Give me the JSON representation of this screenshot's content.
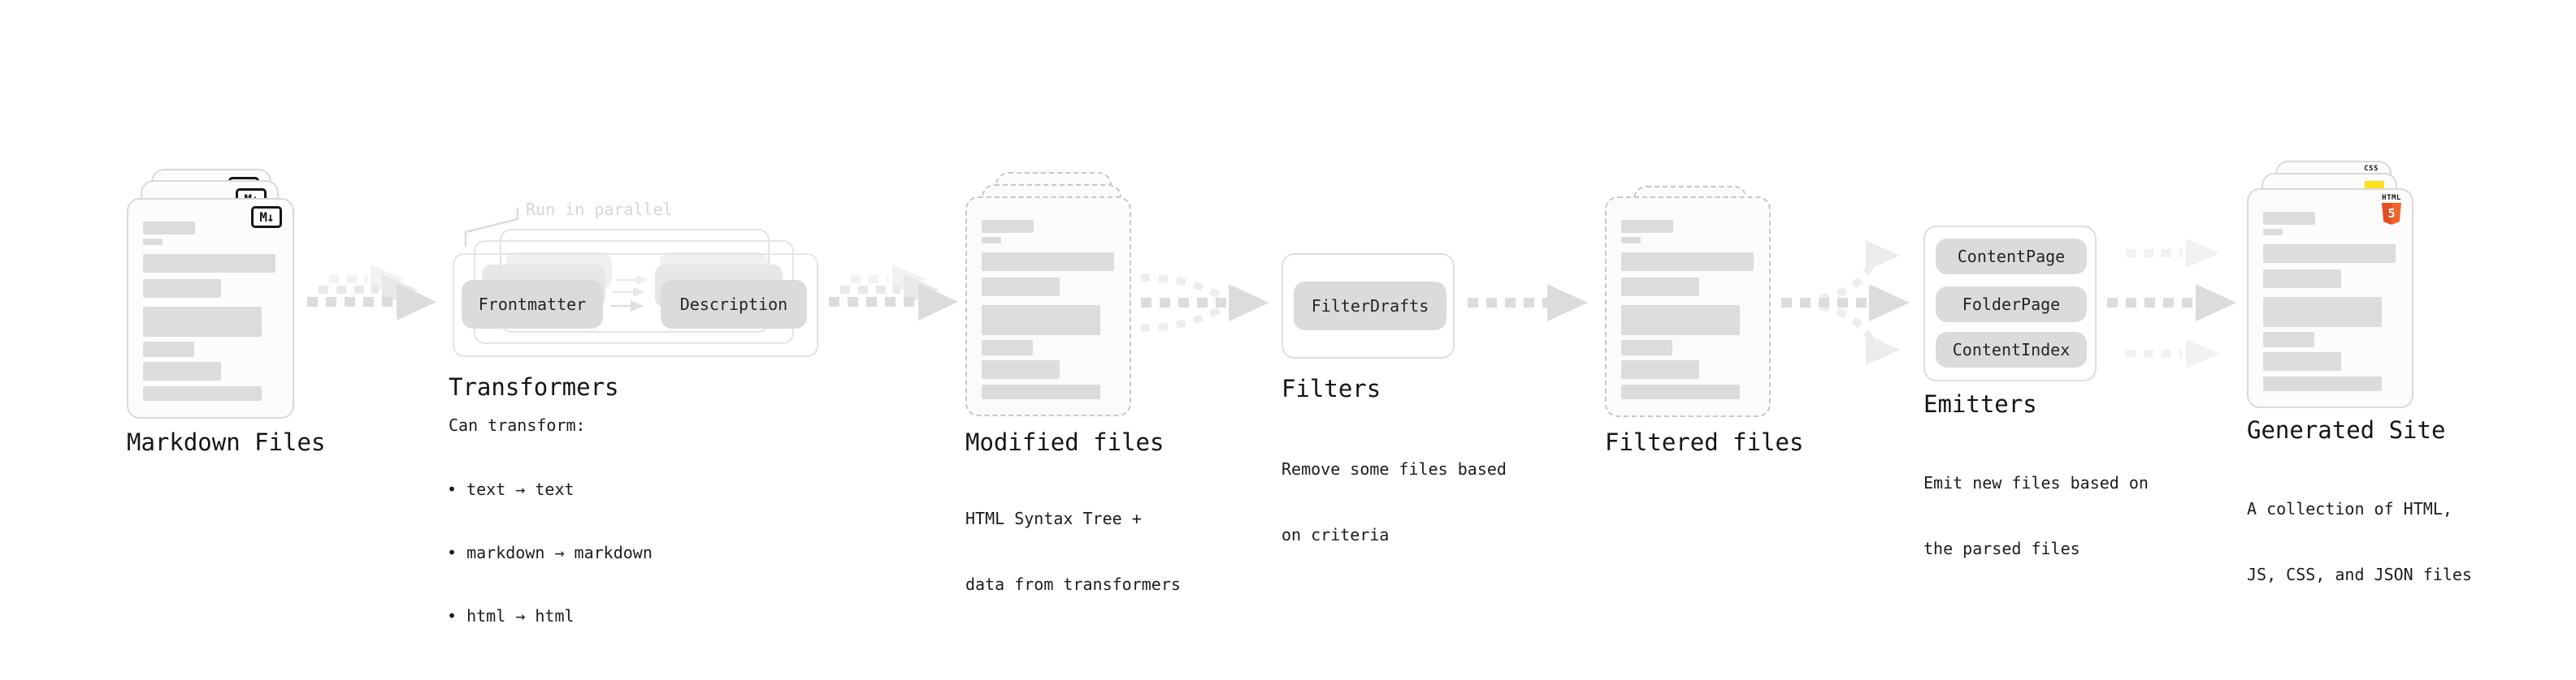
{
  "stages": {
    "markdown": {
      "title": "Markdown Files",
      "badge": "M↓"
    },
    "transformers": {
      "title": "Transformers",
      "annotation": "Run in parallel",
      "nodes": [
        "Frontmatter",
        "Description"
      ],
      "caption": "Can transform:",
      "bullets": [
        "• text → text",
        "• markdown → markdown",
        "• html → html"
      ]
    },
    "modified": {
      "title": "Modified files",
      "caption_lines": [
        "HTML Syntax Tree +",
        "data from transformers"
      ]
    },
    "filters": {
      "title": "Filters",
      "nodes": [
        "FilterDrafts"
      ],
      "caption_lines": [
        "Remove some files based",
        "on criteria"
      ]
    },
    "filtered": {
      "title": "Filtered files"
    },
    "emitters": {
      "title": "Emitters",
      "nodes": [
        "ContentPage",
        "FolderPage",
        "ContentIndex"
      ],
      "caption_lines": [
        "Emit new files based on",
        "the parsed files"
      ]
    },
    "generated": {
      "title": "Generated Site",
      "caption_lines": [
        "A collection of HTML,",
        "JS, CSS, and JSON files"
      ],
      "file_badges": {
        "html_label": "HTML",
        "html_number": "5",
        "css_label": "CSS"
      }
    }
  },
  "colors": {
    "html5_orange": "#e44d26",
    "css_blue": "#2b5fe3",
    "js_yellow": "#ffdf1e",
    "arrow_dark": "#dcdcdc",
    "arrow_light": "#f2f2f2",
    "node_fill": "#dbdbdb"
  }
}
